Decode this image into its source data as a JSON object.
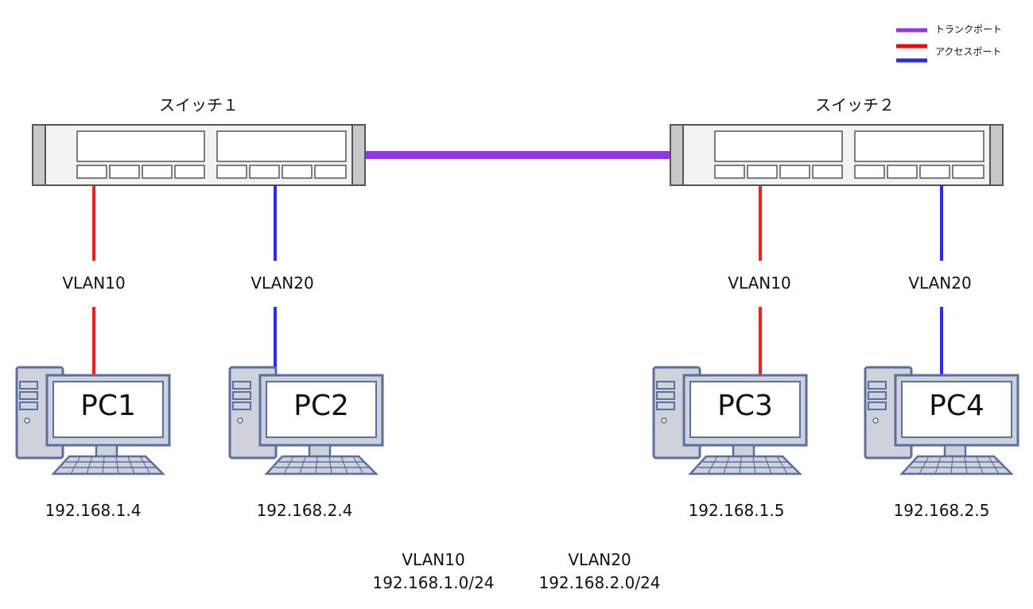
{
  "legend": [
    {
      "label": "トランクポート",
      "color": "#9333ea"
    },
    {
      "label": "アクセスポート",
      "color": "#ff0000"
    },
    {
      "label": "",
      "color": "#2a2aff"
    }
  ],
  "switches": [
    {
      "name": "スイッチ１"
    },
    {
      "name": "スイッチ２"
    }
  ],
  "links": {
    "trunk_color": "#9333ea",
    "vlan10_color": "#ff1a1a",
    "vlan20_color": "#2a2aff"
  },
  "ports": [
    {
      "vlan": "VLAN10"
    },
    {
      "vlan": "VLAN20"
    },
    {
      "vlan": "VLAN10"
    },
    {
      "vlan": "VLAN20"
    }
  ],
  "pcs": [
    {
      "name": "PC1",
      "ip": "192.168.1.4"
    },
    {
      "name": "PC2",
      "ip": "192.168.2.4"
    },
    {
      "name": "PC3",
      "ip": "192.168.1.5"
    },
    {
      "name": "PC4",
      "ip": "192.168.2.5"
    }
  ],
  "networks": [
    {
      "vlan": "VLAN10",
      "subnet": "192.168.1.0/24"
    },
    {
      "vlan": "VLAN20",
      "subnet": "192.168.2.0/24"
    }
  ]
}
